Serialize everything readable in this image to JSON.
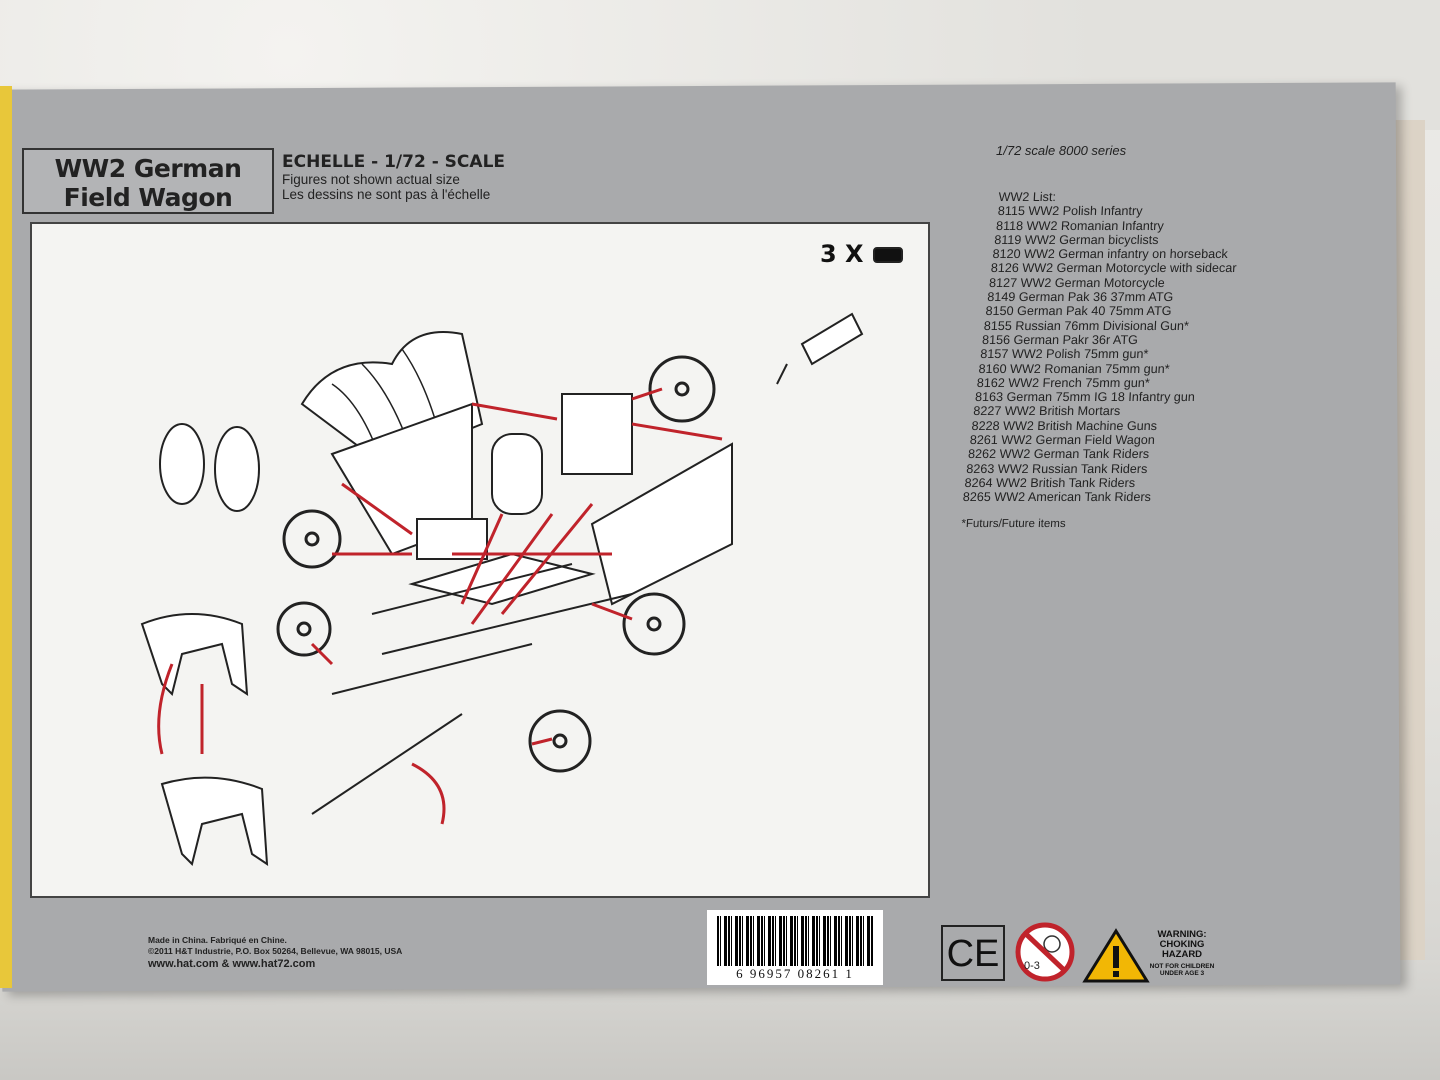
{
  "box": {
    "title_line1": "WW2 German",
    "title_line2": "Field Wagon",
    "scale_heading": "ECHELLE - 1/72 - SCALE",
    "scale_note_en": "Figures not shown actual size",
    "scale_note_fr": "Les dessins ne sont pas à l'échelle",
    "series": "1/72 scale 8000 series",
    "list_heading": "WW2 List:",
    "list": [
      "8115 WW2 Polish Infantry",
      "8118 WW2 Romanian Infantry",
      "8119 WW2 German bicyclists",
      "8120 WW2 German infantry on horseback",
      "8126 WW2 German Motorcycle with sidecar",
      "8127 WW2 German Motorcycle",
      "8149 German Pak 36 37mm ATG",
      "8150 German Pak 40 75mm ATG",
      "8155 Russian 76mm Divisional Gun*",
      "8156 German Pakr 36r ATG",
      "8157 WW2 Polish 75mm gun*",
      "8160 WW2 Romanian 75mm gun*",
      "8162 WW2 French 75mm gun*",
      "8163 German 75mm IG 18 Infantry gun",
      "8227 WW2 British Mortars",
      "8228 WW2 British Machine Guns",
      "8261 WW2 German Field Wagon",
      "8262 WW2 German Tank Riders",
      "8263 WW2 Russian Tank Riders",
      "8264 WW2 British Tank Riders",
      "8265 WW2 American Tank Riders"
    ],
    "future_note": "*Futurs/Future items",
    "quantity": "3 X",
    "made_in": "Made in China. Fabriqué en Chine.",
    "copyright": "©2011 H&T Industrie, P.O. Box 50264, Bellevue, WA 98015, USA",
    "websites": "www.hat.com & www.hat72.com",
    "barcode": "6  96957  08261  1",
    "ce_mark": "CE",
    "age_label": "0-3",
    "warning_title": "WARNING:",
    "warning_hazard": "CHOKING HAZARD",
    "warning_detail": "NOT FOR CHILDREN UNDER AGE 3"
  },
  "colors": {
    "box_gray": "#a9aaac",
    "arrow_red": "#c0232b",
    "warning_yellow": "#f2b705"
  }
}
